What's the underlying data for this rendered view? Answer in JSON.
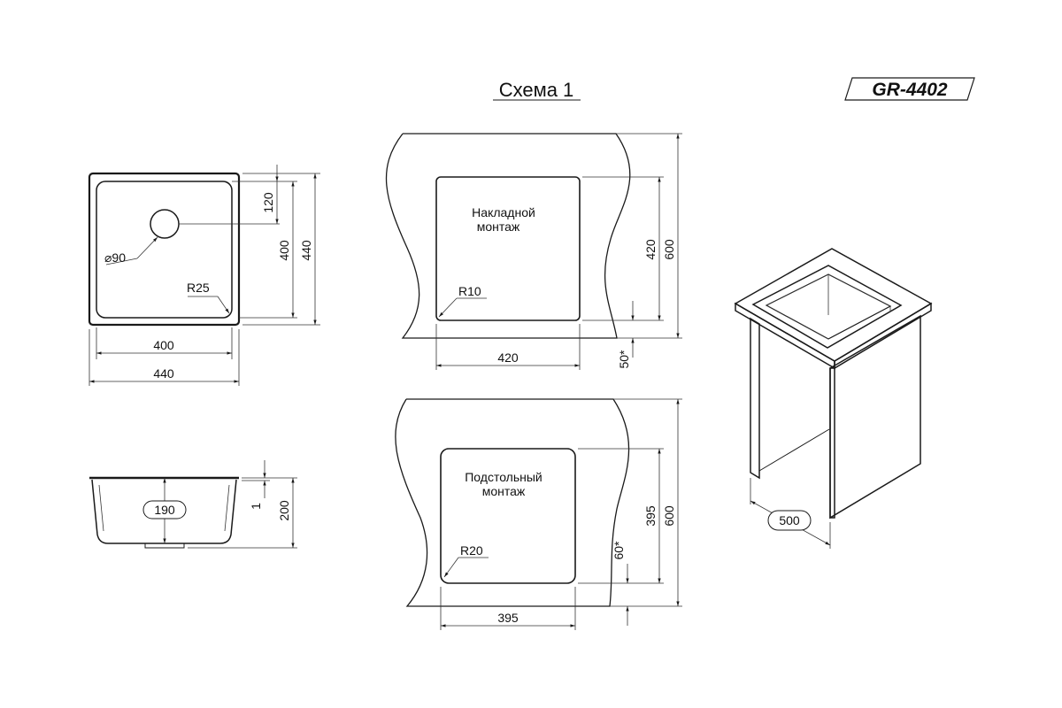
{
  "header": {
    "scheme_title": "Схема 1",
    "model_code": "GR-4402"
  },
  "top_view": {
    "drain_diameter": "⌀90",
    "corner_radius": "R25",
    "inner_width": "400",
    "outer_width": "440",
    "drain_offset": "120",
    "inner_length": "400",
    "outer_length": "440"
  },
  "side_view": {
    "bowl_depth_label": "190",
    "rim_thickness": "1",
    "total_depth": "200"
  },
  "overlay_install": {
    "title_line1": "Накладной",
    "title_line2": "монтаж",
    "corner_radius": "R10",
    "cutout_width": "420",
    "cutout_depth": "420",
    "countertop_depth": "600",
    "edge_offset": "50*"
  },
  "undermount_install": {
    "title_line1": "Подстольный",
    "title_line2": "монтаж",
    "corner_radius": "R20",
    "cutout_width": "395",
    "cutout_depth": "395",
    "countertop_depth": "600",
    "edge_offset": "60*"
  },
  "cabinet": {
    "min_width": "500"
  }
}
